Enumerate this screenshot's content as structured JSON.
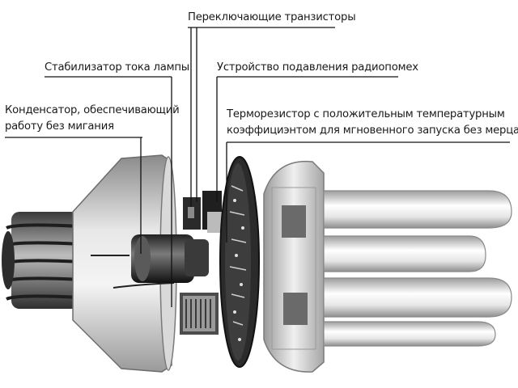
{
  "labels": {
    "transistors": "Переключающие транзисторы",
    "stabilizer": "Стабилизатор тока лампы",
    "suppression": "Устройство подавления радиопомех",
    "capacitor_line1": "Конденсатор, обеспечивающий",
    "capacitor_line2": "работу без мигания",
    "thermistor_line1": "Терморезистор с положительным температурным",
    "thermistor_line2": "коэффициэнтом для мгновенного запуска без мерцания"
  },
  "colors": {
    "background": "#ffffff",
    "text": "#1a1a1a",
    "leader_line": "#111111"
  }
}
